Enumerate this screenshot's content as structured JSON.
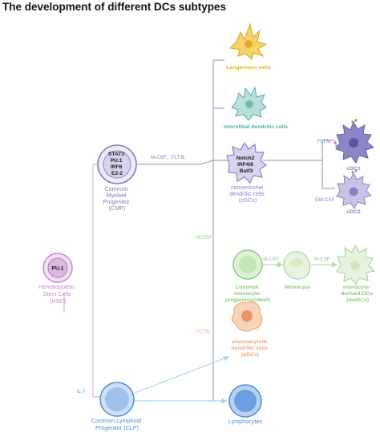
{
  "title": "The development of different DCs subtypes",
  "colors": {
    "hsc": "#c48ac6",
    "cmp": "#7f7fb8",
    "cdc": "#8a83c3",
    "langerhans": "#e5b52a",
    "interstitial": "#4fb0a6",
    "mono": "#8cca7a",
    "pdc": "#eeaa7c",
    "lymph": "#4a8ed6",
    "line_purple": "#d8b6dc",
    "line_main": "#9aa6c2",
    "arrow_blue": "#a9d4ee"
  },
  "nodes": {
    "hsc": {
      "marker": "PU.1",
      "label": [
        "Hematopoietic",
        "Stem Cells",
        "(HSC)"
      ]
    },
    "cmp": {
      "markers": [
        "STAT3",
        "PU.1",
        "IRF8",
        "E2-2"
      ],
      "label": [
        "Common",
        "Myeloid",
        "Progenitor",
        "(CMP)"
      ]
    },
    "langerhans": {
      "label": "Langerhans cells"
    },
    "interstitial": {
      "label": "interstitial dendritic cells"
    },
    "cdc": {
      "markers": [
        "Notch2",
        "IRF4/8",
        "Batf3"
      ],
      "label": [
        "conventional",
        "dendritic cells",
        "(cDCs)"
      ]
    },
    "cdc1": {
      "label": "cDC1"
    },
    "cdc2": {
      "label": "cDC2"
    },
    "cmop": {
      "label": [
        "Common",
        "monocyte",
        "progenitor(cMoP)"
      ]
    },
    "monocyte": {
      "label": "Monocyte"
    },
    "modc": {
      "label": [
        "monocyte-",
        "derived DCs",
        "(moDCs)"
      ]
    },
    "pdc": {
      "label": [
        "plasmacytoid",
        "dendritic cells",
        "(pDCs)"
      ]
    },
    "clp": {
      "label": [
        "Common Lymphoid",
        "Progenitor (CLP)"
      ]
    },
    "lymphocytes": {
      "label": "Lymphocytes"
    }
  },
  "cytokines": {
    "mcsf_flt3l": "M-CSF、FLT3L",
    "flt3l_cdc1": "FLT3L",
    "gmcsf_cdc2": "GM-CSF",
    "mcsf_cmop": "M-CSF",
    "mcsf_mono1": "M-CSF",
    "mcsf_mono2": "M-CSF",
    "flt3l_pdc": "FLT3L",
    "il7": "IL-7"
  }
}
